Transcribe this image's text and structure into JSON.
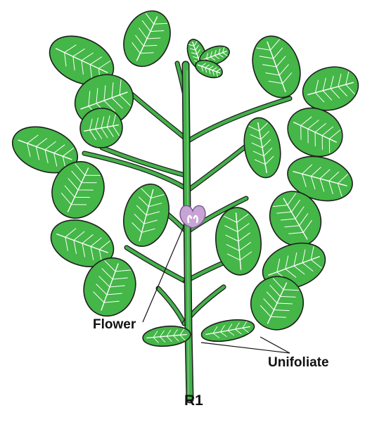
{
  "labels": {
    "flower": "Flower",
    "unifoliate": "Unifoliate",
    "stage": "R1"
  },
  "colors": {
    "leaf_fill": "#45b648",
    "leaf_dark": "#2f8a35",
    "stem_fill": "#44b14a",
    "outline": "#1e1e1e",
    "vein": "#ffffff",
    "flower_fill": "#c8a4d6",
    "flower_stroke": "#7b5a91",
    "leader": "#111111"
  }
}
